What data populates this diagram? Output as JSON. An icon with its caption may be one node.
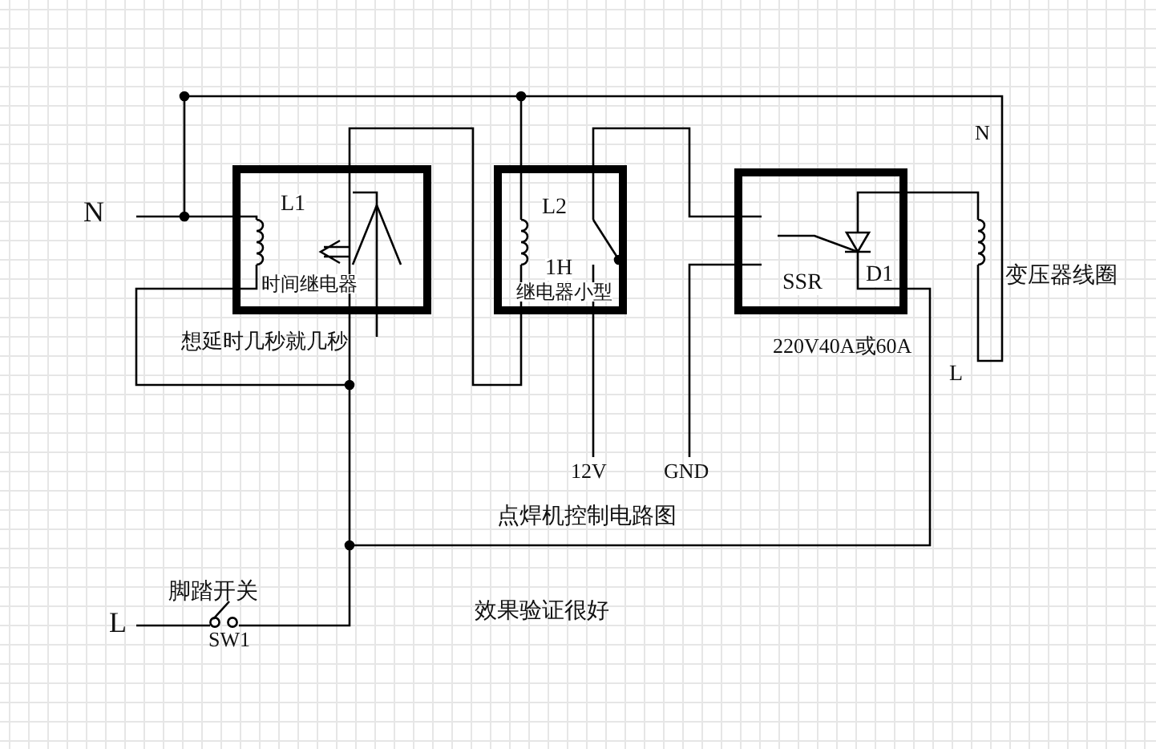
{
  "diagram": {
    "title": "点焊机控制电路图",
    "nodes": [
      {
        "text": [
          "L1",
          "时间继电器"
        ],
        "beside": [
          "想延时几秒就几秒"
        ]
      },
      {
        "text": [
          "L2",
          "1H",
          "继电器小型"
        ]
      },
      {
        "text": [
          "SSR",
          "D1"
        ],
        "beside": [
          "220V40A或60A"
        ]
      }
    ],
    "edges": [
      {
        "from": 0,
        "to": 1,
        "arrow": "none"
      },
      {
        "from": 1,
        "to": 2,
        "arrow": "none"
      }
    ],
    "labels": [
      "N",
      "N",
      "变压器线圈",
      "L",
      "12V",
      "GND",
      "脚踏开关",
      "L",
      "SW1",
      "效果验证很好"
    ]
  }
}
